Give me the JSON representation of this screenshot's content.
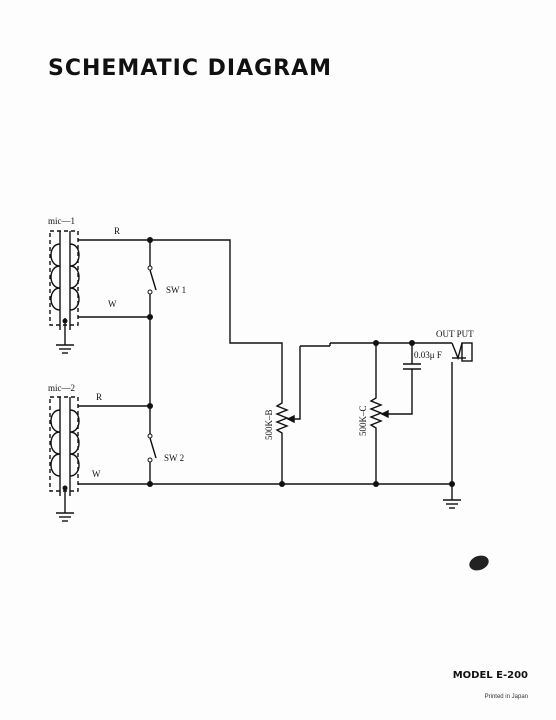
{
  "title": "SCHEMATIC DIAGRAM",
  "model": "MODEL E-200",
  "printed": "Printed in Japan",
  "labels": {
    "mic1": "mic—1",
    "mic2": "mic—2",
    "r1": "R",
    "w1": "W",
    "r2": "R",
    "w2": "W",
    "sw1": "SW 1",
    "sw2": "SW 2",
    "pot_b": "500K–B",
    "pot_c": "500K–C",
    "cap": "0.03μ F",
    "output": "OUT PUT"
  }
}
